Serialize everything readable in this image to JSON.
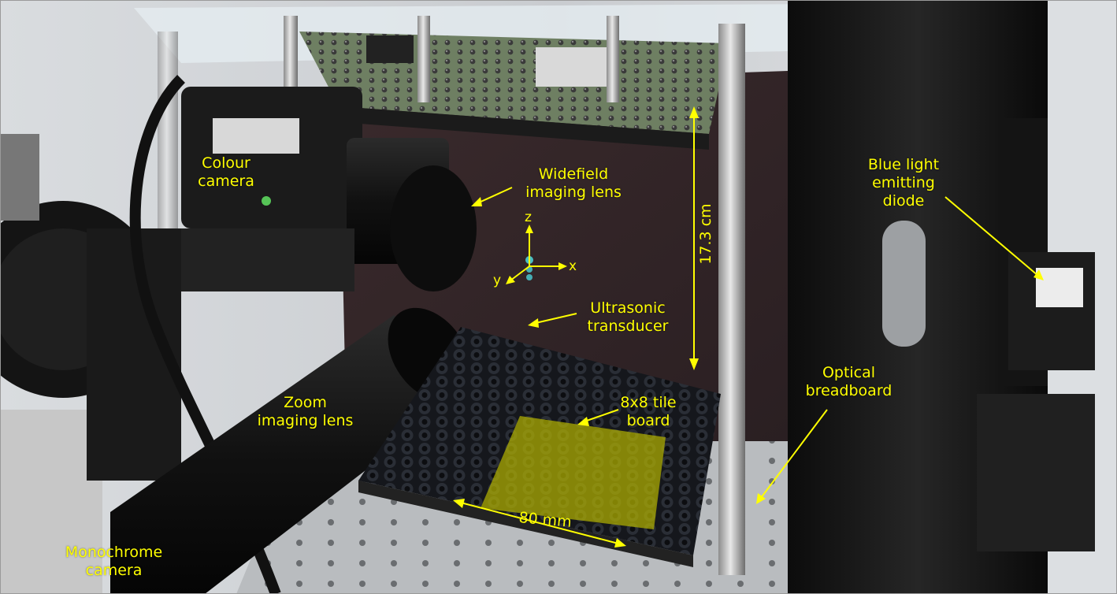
{
  "labels": {
    "colour_camera": [
      "Colour",
      "camera"
    ],
    "widefield_lens": [
      "Widefield",
      "imaging lens"
    ],
    "ultrasonic_transducer": [
      "Ultrasonic",
      "transducer"
    ],
    "zoom_lens": [
      "Zoom",
      "imaging lens"
    ],
    "tile_board": [
      "8x8 tile",
      "board"
    ],
    "monochrome_camera": [
      "Monochrome",
      "camera"
    ],
    "blue_led": [
      "Blue light",
      "emitting",
      "diode"
    ],
    "optical_breadboard": [
      "Optical",
      "breadboard"
    ]
  },
  "dimensions": {
    "height": "17.3 cm",
    "width": "80 mm"
  },
  "axes": {
    "z": "z",
    "x": "x",
    "y": "y"
  },
  "colors": {
    "annotation": "#ffff00",
    "tile_highlight": "#b5b500",
    "frame": "#9a9a9a"
  }
}
